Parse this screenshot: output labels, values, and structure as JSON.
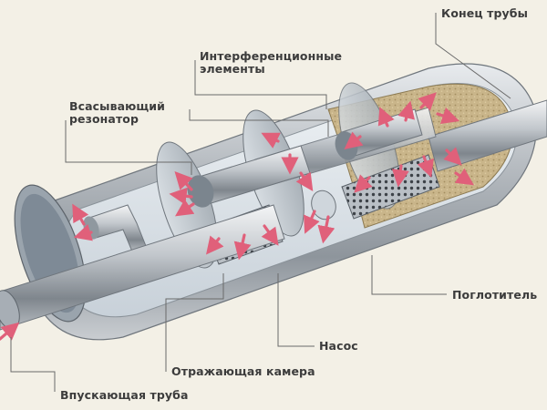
{
  "labels": {
    "pipe_end": "Конец трубы",
    "interference_line1": "Интерференционные",
    "interference_line2": "элементы",
    "intake_resonator_line1": "Всасывающий",
    "intake_resonator_line2": "резонатор",
    "absorber": "Поглотитель",
    "pump": "Насос",
    "reflecting_chamber": "Отражающая камера",
    "inlet_pipe": "Впускающая труба"
  },
  "colors": {
    "background": "#f3f0e6",
    "shell_metal": "#bfc3c6",
    "inner_cavity": "#dfe6ec",
    "absorber_fill": "#c9b58a",
    "flow_arrows": "#e0607a",
    "leader_lines": "#6a6a6a",
    "label_text": "#3c3c3c"
  }
}
